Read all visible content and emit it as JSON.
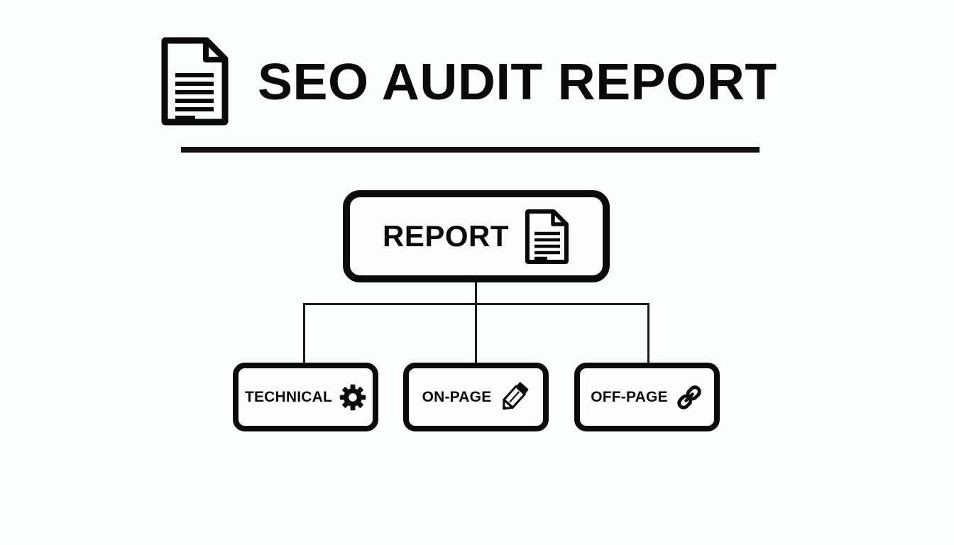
{
  "header": {
    "icon": "document-icon",
    "title": "SEO AUDIT REPORT",
    "divider": "horizontal-rule"
  },
  "diagram": {
    "root": {
      "label": "REPORT",
      "icon": "document-icon"
    },
    "children": [
      {
        "label": "TECHNICAL",
        "icon": "gear-icon"
      },
      {
        "label": "ON-PAGE",
        "icon": "pencil-icon"
      },
      {
        "label": "OFF-PAGE",
        "icon": "link-icon"
      }
    ]
  },
  "colors": {
    "background": "#fcfdfd",
    "foreground": "#0a0a0a",
    "stroke": "#0b0b0b",
    "connector": "#1b1b1b"
  }
}
